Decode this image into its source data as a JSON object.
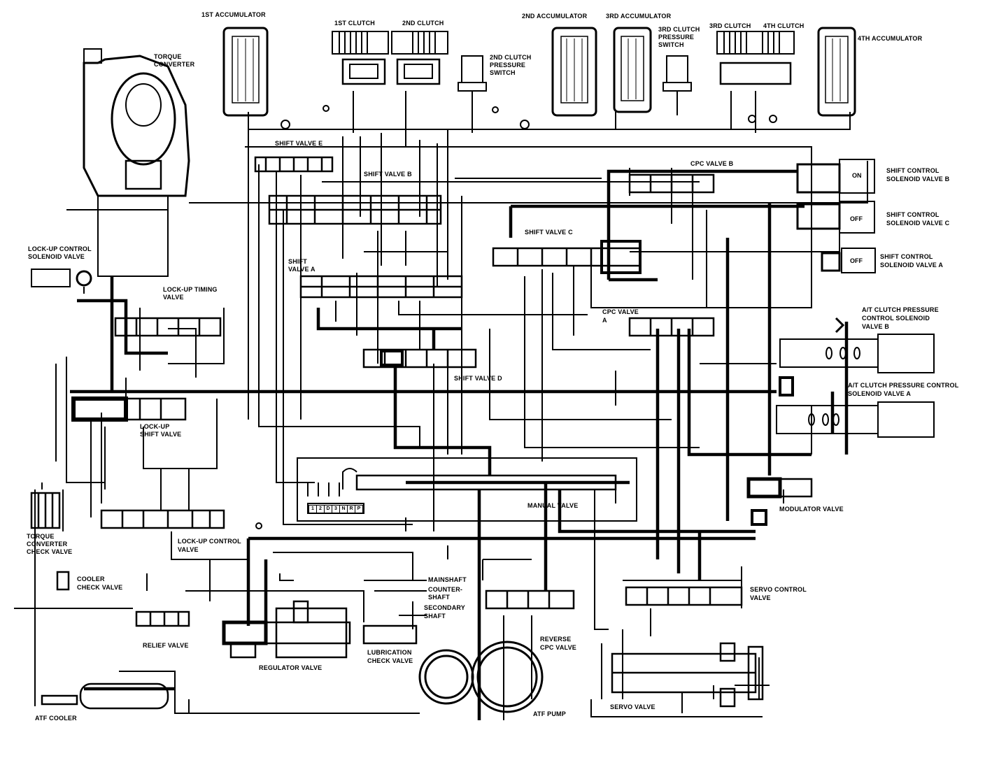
{
  "labels": {
    "acc1": "1ST ACCUMULATOR",
    "clutch1": "1ST CLUTCH",
    "clutch2": "2ND CLUTCH",
    "clutch2_switch_1": "2ND CLUTCH",
    "clutch2_switch_2": "PRESSURE",
    "clutch2_switch_3": "SWITCH",
    "acc2": "2ND ACCUMULATOR",
    "acc3": "3RD ACCUMULATOR",
    "clutch3_switch_1": "3RD CLUTCH",
    "clutch3_switch_2": "PRESSURE",
    "clutch3_switch_3": "SWITCH",
    "clutch3": "3RD CLUTCH",
    "clutch4": "4TH CLUTCH",
    "acc4": "4TH ACCUMULATOR",
    "torque_converter_1": "TORQUE",
    "torque_converter_2": "CONVERTER",
    "shift_valve_e": "SHIFT VALVE E",
    "shift_valve_b": "SHIFT VALVE B",
    "cpc_valve_b": "CPC VALVE B",
    "sol_b_1": "SHIFT CONTROL",
    "sol_b_2": "SOLENOID VALVE B",
    "sol_c_1": "SHIFT CONTROL",
    "sol_c_2": "SOLENOID VALVE C",
    "sol_a_1": "SHIFT CONTROL",
    "sol_a_2": "SOLENOID VALVE A",
    "shift_valve_c": "SHIFT VALVE C",
    "shift_valve_a_1": "SHIFT",
    "shift_valve_a_2": "VALVE A",
    "lockup_sol_1": "LOCK-UP CONTROL",
    "lockup_sol_2": "SOLENOID VALVE",
    "lockup_timing_1": "LOCK-UP TIMING",
    "lockup_timing_2": "VALVE",
    "cpc_valve_a_1": "CPC VALVE",
    "cpc_valve_a_2": "A",
    "atpc_b_1": "A/T CLUTCH PRESSURE",
    "atpc_b_2": "CONTROL SOLENOID",
    "atpc_b_3": "VALVE B",
    "shift_valve_d": "SHIFT VALVE D",
    "atpc_a_1": "A/T CLUTCH PRESSURE CONTROL",
    "atpc_a_2": "SOLENOID VALVE A",
    "lockup_shift_1": "LOCK-UP",
    "lockup_shift_2": "SHIFT  VALVE",
    "manual_valve": "MANUAL VALVE",
    "modulator_valve": "MODULATOR VALVE",
    "tc_check_1": "TORQUE",
    "tc_check_2": "CONVERTER",
    "tc_check_3": "CHECK VALVE",
    "lockup_control_1": "LOCK-UP CONTROL",
    "lockup_control_2": "VALVE",
    "cooler_check_1": "COOLER",
    "cooler_check_2": "CHECK VALVE",
    "mainshaft": "MAINSHAFT",
    "countershaft_1": "COUNTER-",
    "countershaft_2": "SHAFT",
    "secondary_1": "SECONDARY",
    "secondary_2": "SHAFT",
    "servo_control_1": "SERVO CONTROL",
    "servo_control_2": "VALVE",
    "relief_valve": "RELIEF VALVE",
    "regulator_valve": "REGULATOR VALVE",
    "lubrication_1": "LUBRICATION",
    "lubrication_2": "CHECK VALVE",
    "reverse_cpc_1": "REVERSE",
    "reverse_cpc_2": "CPC VALVE",
    "servo_valve": "SERVO VALVE",
    "atf_cooler": "ATF COOLER",
    "atf_pump": "ATF PUMP"
  },
  "solenoid_states": {
    "b": "ON",
    "c": "OFF",
    "a": "OFF"
  },
  "manual_positions": [
    "1",
    "2",
    "D",
    "3",
    "N",
    "R",
    "P"
  ]
}
